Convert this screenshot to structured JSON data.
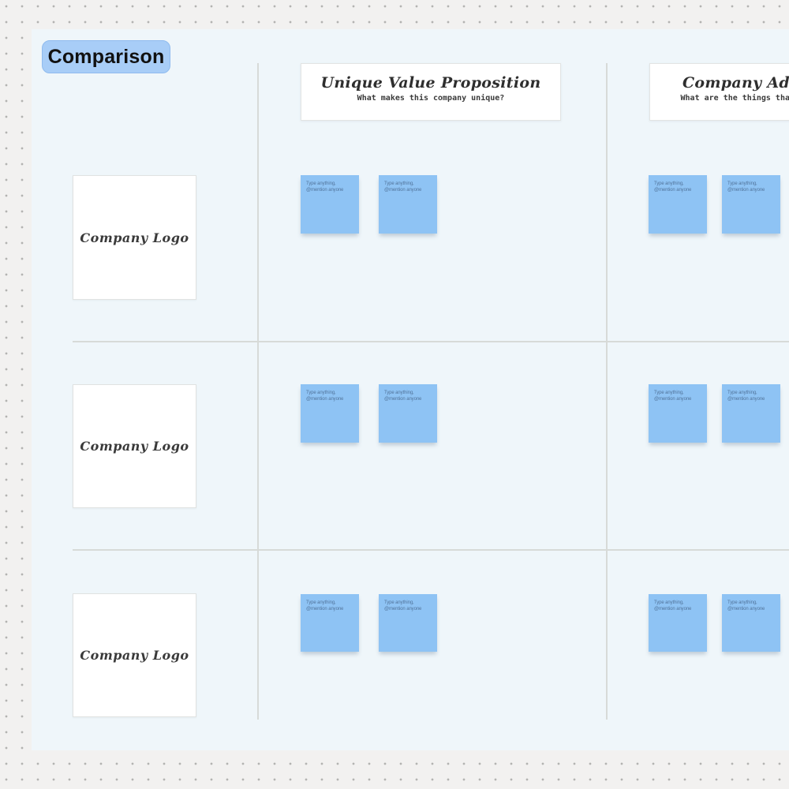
{
  "board": {
    "title": "Comparison"
  },
  "columns": [
    {
      "id": "unique-value-proposition",
      "title": "Unique Value Proposition",
      "subtitle": "What makes this company unique?"
    },
    {
      "id": "company-advantages",
      "title": "Company Ad",
      "subtitle": "What are the things tha"
    }
  ],
  "rows": [
    {
      "logo_label": "Company Logo"
    },
    {
      "logo_label": "Company Logo"
    },
    {
      "logo_label": "Company Logo"
    }
  ],
  "sticky_note": {
    "placeholder": "Type anything, @mention anyone",
    "color": "#8ec3f4",
    "text_color": "#52749b"
  },
  "colors": {
    "canvas_background": "#f2f1f0",
    "canvas_dot": "#b3b3b1",
    "board_background": "#eff6fa",
    "frame_badge": "#a8cdf7",
    "grid_line": "#d7dad8",
    "card_background": "#ffffff"
  }
}
